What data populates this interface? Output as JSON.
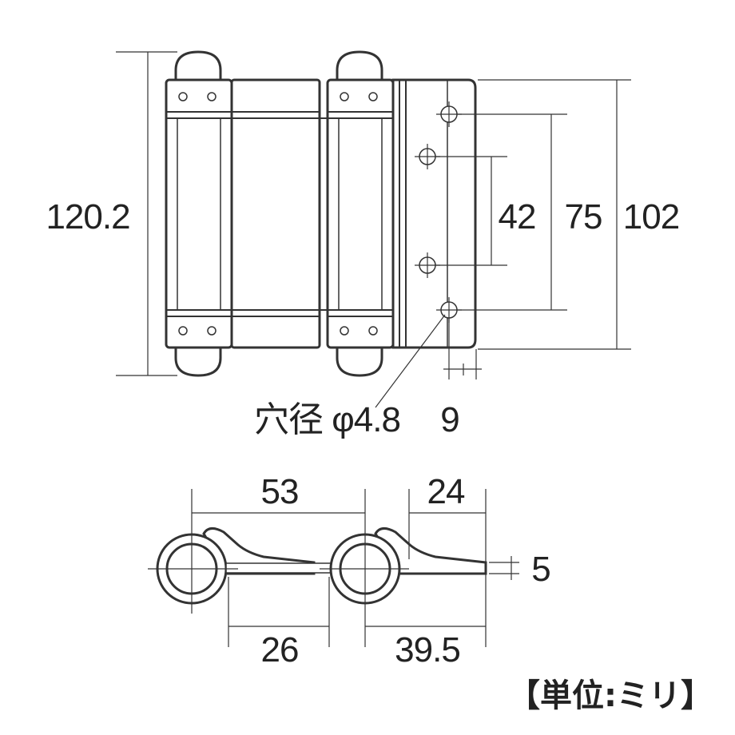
{
  "front_view": {
    "dim_total_height": "120.2",
    "dim_plate_height": "102",
    "dim_outer_hole_pitch": "75",
    "dim_inner_hole_pitch": "42",
    "dim_hole_offset": "9",
    "hole_note": "穴径 φ4.8"
  },
  "top_view": {
    "dim_barrel_pitch": "53",
    "dim_leaf_length": "24",
    "dim_inner_gap": "26",
    "dim_outer_span": "39.5",
    "dim_thickness": "5"
  },
  "unit_note": "【単位:ミリ】",
  "colors": {
    "line": "#333333",
    "background": "#ffffff"
  }
}
